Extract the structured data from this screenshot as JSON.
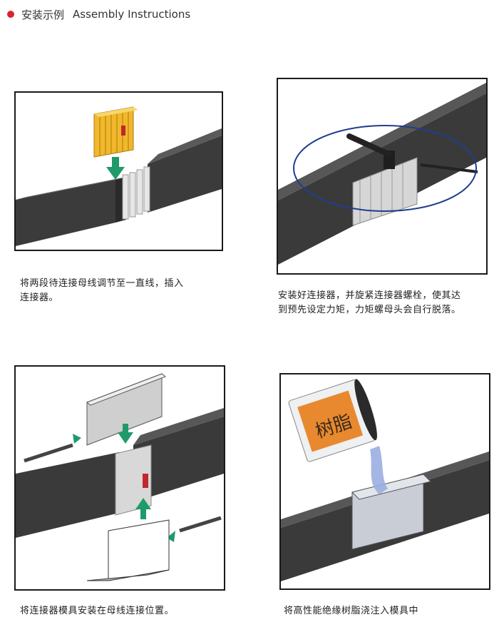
{
  "header": {
    "title": "安装示例",
    "subtitle": "Assembly Instructions"
  },
  "steps": [
    {
      "caption_lines": [
        "将两段待连接母线调节至一直线，插入",
        "连接器。"
      ]
    },
    {
      "caption_lines": [
        "安装好连接器，并旋紧连接器螺栓，使其达",
        "到预先设定力矩，力矩螺母头会自行脱落。"
      ]
    },
    {
      "caption_lines": [
        "将连接器模具安装在母线连接位置。"
      ]
    },
    {
      "caption_lines": [
        "将高性能绝缘树脂浇注入模具中"
      ],
      "can_label": "树脂"
    }
  ],
  "colors": {
    "accent_red": "#d9232e",
    "bar_dark": "#3a3a3a",
    "arrow_green": "#1f9a6a",
    "ellipse_blue": "#1d3f8f",
    "resin_orange": "#e8892f",
    "resin_blue": "#9aaee0"
  }
}
